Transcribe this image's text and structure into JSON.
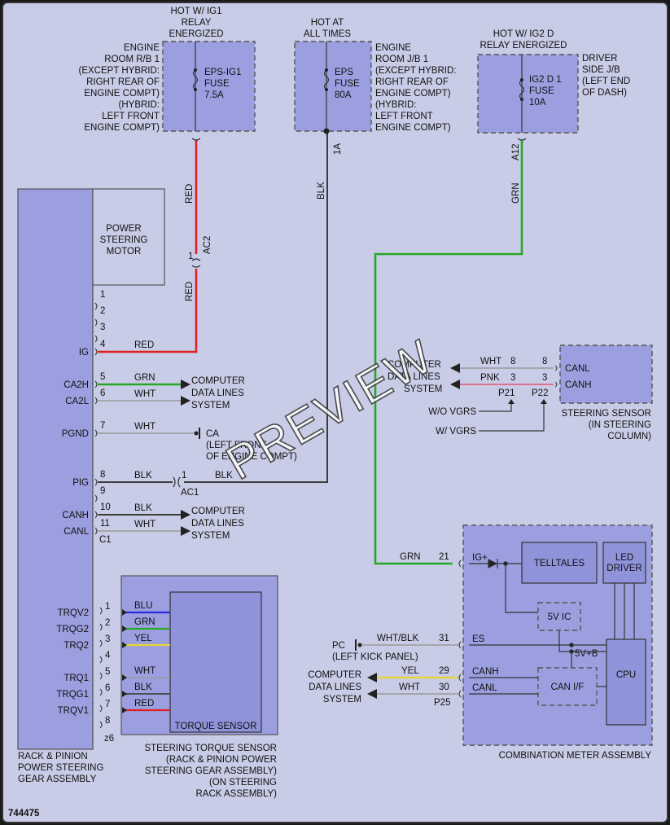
{
  "diagram_id": "744475",
  "watermark": "PREVIEW",
  "top_labels": {
    "hot_ig1": [
      "HOT W/ IG1",
      "RELAY",
      "ENERGIZED"
    ],
    "hot_all": [
      "HOT AT",
      "ALL TIMES"
    ],
    "hot_ig2": [
      "HOT W/ IG2 D",
      "RELAY ENERGIZED"
    ]
  },
  "fuses": {
    "eps_ig1": [
      "EPS-IG1",
      "FUSE",
      "7.5A"
    ],
    "eps": [
      "EPS",
      "FUSE",
      "80A"
    ],
    "ig2d1": [
      "IG2 D 1",
      "FUSE",
      "10A"
    ]
  },
  "locations": {
    "engine_rb1": [
      "ENGINE",
      "ROOM R/B 1",
      "(EXCEPT HYBRID:",
      "RIGHT REAR OF",
      "ENGINE COMPT)",
      "(HYBRID:",
      "LEFT FRONT",
      "ENGINE COMPT)"
    ],
    "engine_jb1": [
      "ENGINE",
      "ROOM J/B 1",
      "(EXCEPT HYBRID:",
      "RIGHT REAR OF",
      "ENGINE COMPT)",
      "(HYBRID:",
      "LEFT FRONT",
      "ENGINE COMPT)"
    ],
    "driver_jb": [
      "DRIVER",
      "SIDE J/B",
      "(LEFT END",
      "OF DASH)"
    ]
  },
  "wires": {
    "red": "RED",
    "blk": "BLK",
    "grn": "GRN",
    "wht": "WHT",
    "pnk": "PNK",
    "blu": "BLU",
    "yel": "YEL",
    "wht_blk": "WHT/BLK"
  },
  "connectors": {
    "a1a": "1A",
    "a12": "A12",
    "ac2": "AC2",
    "ac2_pin": "1",
    "ac1": "AC1",
    "ac1_pin": "1",
    "c1": "C1",
    "z6": "z6",
    "p21": "P21",
    "p22": "P22",
    "p25": "P25",
    "ca": "CA"
  },
  "motor": [
    "POWER",
    "STEERING",
    "MOTOR"
  ],
  "rack_pins": {
    "numbers": [
      "1",
      "2",
      "3",
      "4",
      "5",
      "6",
      "7",
      "8",
      "9",
      "10",
      "11"
    ],
    "ig": "IG",
    "ca2h": "CA2H",
    "ca2l": "CA2L",
    "pgnd": "PGND",
    "pig": "PIG",
    "canh": "CANH",
    "canl": "CANL"
  },
  "data_lines": [
    "COMPUTER",
    "DATA LINES",
    "SYSTEM"
  ],
  "pgnd_ground": [
    "(LEFT FRONT",
    "OF ENGINE COMPT)"
  ],
  "rack_name": [
    "RACK & PINION",
    "POWER STEERING",
    "GEAR ASSEMBLY"
  ],
  "torque": {
    "pins": [
      "1",
      "2",
      "3",
      "4",
      "5",
      "6",
      "7",
      "8"
    ],
    "labels": [
      "TRQV2",
      "TRQG2",
      "TRQ2",
      "",
      "TRQ1",
      "TRQG1",
      "TRQV1",
      ""
    ],
    "inner": "TORQUE SENSOR",
    "name": [
      "STEERING TORQUE SENSOR",
      "(RACK & PINION POWER",
      "STEERING GEAR ASSEMBLY)",
      "(ON STEERING",
      "RACK ASSEMBLY)"
    ]
  },
  "steering_sensor": {
    "canl": "CANL",
    "canh": "CANH",
    "pin8": "8",
    "pin3": "3",
    "name": [
      "STEERING SENSOR",
      "(IN STEERING",
      "COLUMN)"
    ],
    "wo_vgrs": "W/O VGRS",
    "w_vgrs": "W/ VGRS"
  },
  "meter": {
    "pin21": "21",
    "pin31": "31",
    "pin29": "29",
    "pin30": "30",
    "igp": "IG+",
    "es": "ES",
    "canh": "CANH",
    "canl": "CANL",
    "telltales": "TELLTALES",
    "led_driver": [
      "LED",
      "DRIVER"
    ],
    "fivev_ic": "5V IC",
    "fivevb": "5V+B",
    "canif": "CAN I/F",
    "cpu": "CPU",
    "pc": "PC",
    "pc_loc": "(LEFT KICK PANEL)",
    "name": "COMBINATION METER ASSEMBLY"
  },
  "colors": {
    "background": "#c9cce6",
    "component": "#9b9fe0",
    "red_wire": "#e02020",
    "green_wire": "#25a825",
    "black_wire": "#3b3b3b"
  }
}
